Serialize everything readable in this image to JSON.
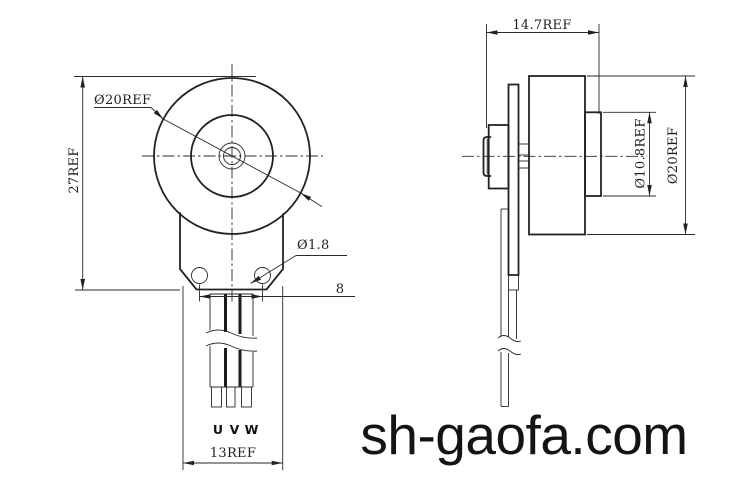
{
  "drawing": {
    "title_watermark": "sh-gaofa.com",
    "colors": {
      "background": "#ffffff",
      "lines": "#222222",
      "text": "#1f1f1f",
      "watermark": "#141414"
    },
    "front_view": {
      "labels": {
        "outer_diameter": "Ø20REF",
        "overall_height": "27REF",
        "hole_diameter": "Ø1.8",
        "hole_spacing": "8",
        "body_width": "13REF"
      },
      "wire_labels": [
        "U",
        "V",
        "W"
      ]
    },
    "side_view": {
      "labels": {
        "overall_depth": "14.7REF",
        "boss_diameter": "Ø10.8REF",
        "body_diameter": "Ø20REF"
      }
    }
  }
}
